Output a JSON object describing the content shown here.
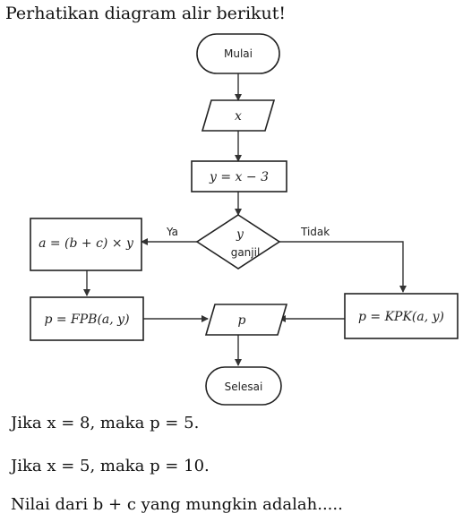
{
  "instruction": "Perhatikan diagram alir berikut!",
  "flowchart": {
    "start": "Mulai",
    "input": "x",
    "process_y": "y = x − 3",
    "decision_top": "y",
    "decision_bottom": "ganjil",
    "yes_label": "Ya",
    "no_label": "Tidak",
    "process_a": "a = (b + c) × y",
    "process_fpb": "p = FPB(a, y)",
    "process_kpk": "p = KPK(a, y)",
    "output": "p",
    "end": "Selesai"
  },
  "questions": [
    "Jika x = 8, maka p = 5.",
    "Jika x = 5, maka p = 10.",
    "Nilai dari b + c yang mungkin adalah....."
  ]
}
